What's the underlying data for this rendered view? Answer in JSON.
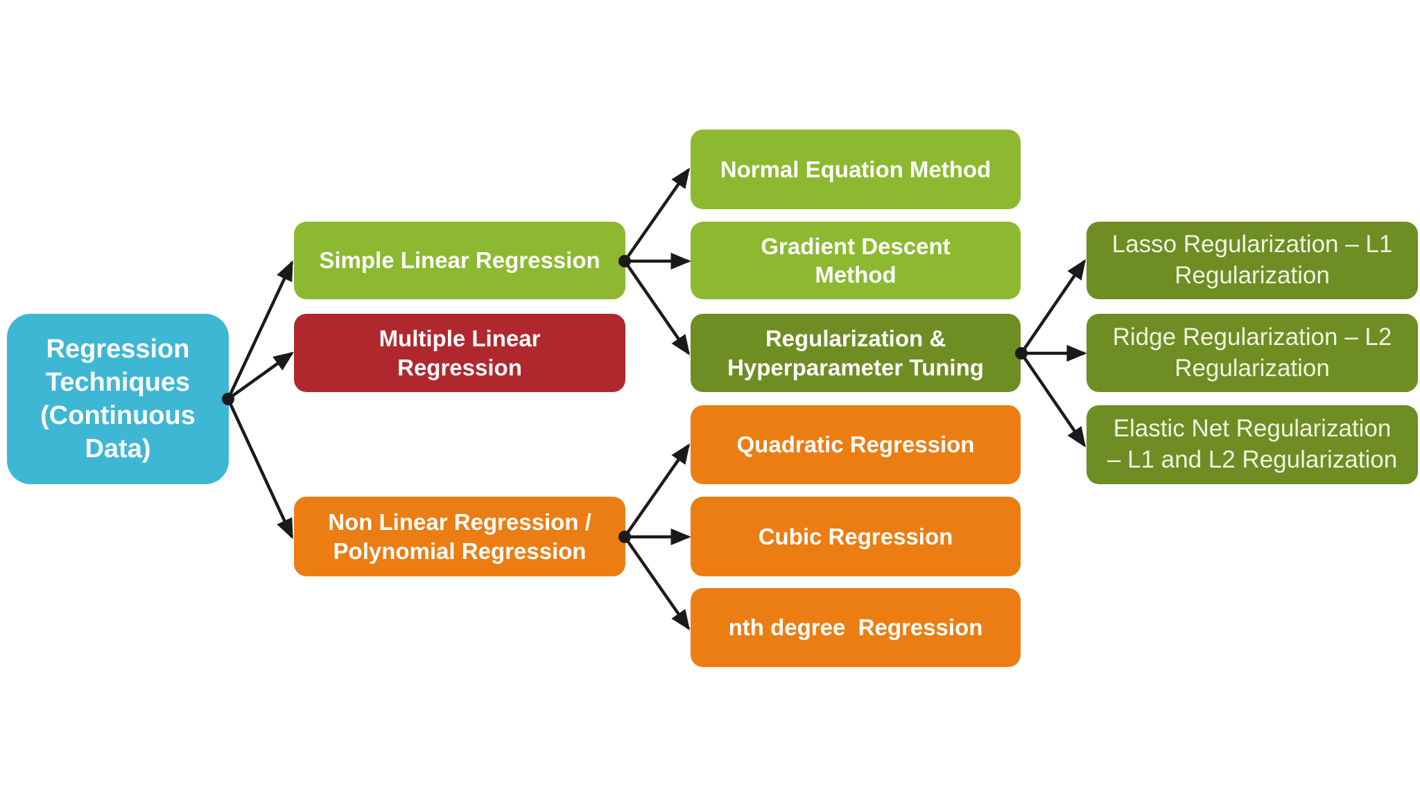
{
  "diagram": {
    "type": "flowchart",
    "background": "#ffffff",
    "colors": {
      "cyan": "#3DB7D4",
      "green": "#8CB930",
      "red": "#B0282E",
      "olive": "#6E8D23",
      "orange": "#EB7D13",
      "arrow": "#1a1a1a",
      "text": "#ffffff",
      "text_on_olive_leaf": "#F1F5E1"
    },
    "nodes": [
      {
        "id": "regression-techniques",
        "label": "Regression\nTechniques\n(Continuous\nData)",
        "color_key": "cyan"
      },
      {
        "id": "simple-linear-regression",
        "label": "Simple Linear Regression",
        "color_key": "green"
      },
      {
        "id": "multiple-linear-regression",
        "label": "Multiple Linear\nRegression",
        "color_key": "red"
      },
      {
        "id": "non-linear-regression",
        "label": "Non Linear Regression /\nPolynomial Regression",
        "color_key": "orange"
      },
      {
        "id": "normal-equation-method",
        "label": "Normal Equation Method",
        "color_key": "green"
      },
      {
        "id": "gradient-descent-method",
        "label": "Gradient Descent\nMethod",
        "color_key": "green"
      },
      {
        "id": "regularization-hyperparameter-tuning",
        "label": "Regularization &\nHyperparameter Tuning",
        "color_key": "olive"
      },
      {
        "id": "quadratic-regression",
        "label": "Quadratic Regression",
        "color_key": "orange"
      },
      {
        "id": "cubic-regression",
        "label": "Cubic Regression",
        "color_key": "orange"
      },
      {
        "id": "nth-degree-regression",
        "label": "nth degree  Regression",
        "color_key": "orange"
      },
      {
        "id": "lasso-regularization",
        "label": "Lasso Regularization – L1\nRegularization",
        "color_key": "olive"
      },
      {
        "id": "ridge-regularization",
        "label": "Ridge Regularization – L2\nRegularization",
        "color_key": "olive"
      },
      {
        "id": "elastic-net-regularization",
        "label": "Elastic Net Regularization\n– L1 and L2 Regularization",
        "color_key": "olive"
      }
    ],
    "edges": [
      {
        "from": "regression-techniques",
        "to": "simple-linear-regression"
      },
      {
        "from": "regression-techniques",
        "to": "multiple-linear-regression"
      },
      {
        "from": "regression-techniques",
        "to": "non-linear-regression"
      },
      {
        "from": "simple-linear-regression",
        "to": "normal-equation-method"
      },
      {
        "from": "simple-linear-regression",
        "to": "gradient-descent-method"
      },
      {
        "from": "simple-linear-regression",
        "to": "regularization-hyperparameter-tuning"
      },
      {
        "from": "non-linear-regression",
        "to": "quadratic-regression"
      },
      {
        "from": "non-linear-regression",
        "to": "cubic-regression"
      },
      {
        "from": "non-linear-regression",
        "to": "nth-degree-regression"
      },
      {
        "from": "regularization-hyperparameter-tuning",
        "to": "lasso-regularization"
      },
      {
        "from": "regularization-hyperparameter-tuning",
        "to": "ridge-regularization"
      },
      {
        "from": "regularization-hyperparameter-tuning",
        "to": "elastic-net-regularization"
      }
    ]
  }
}
